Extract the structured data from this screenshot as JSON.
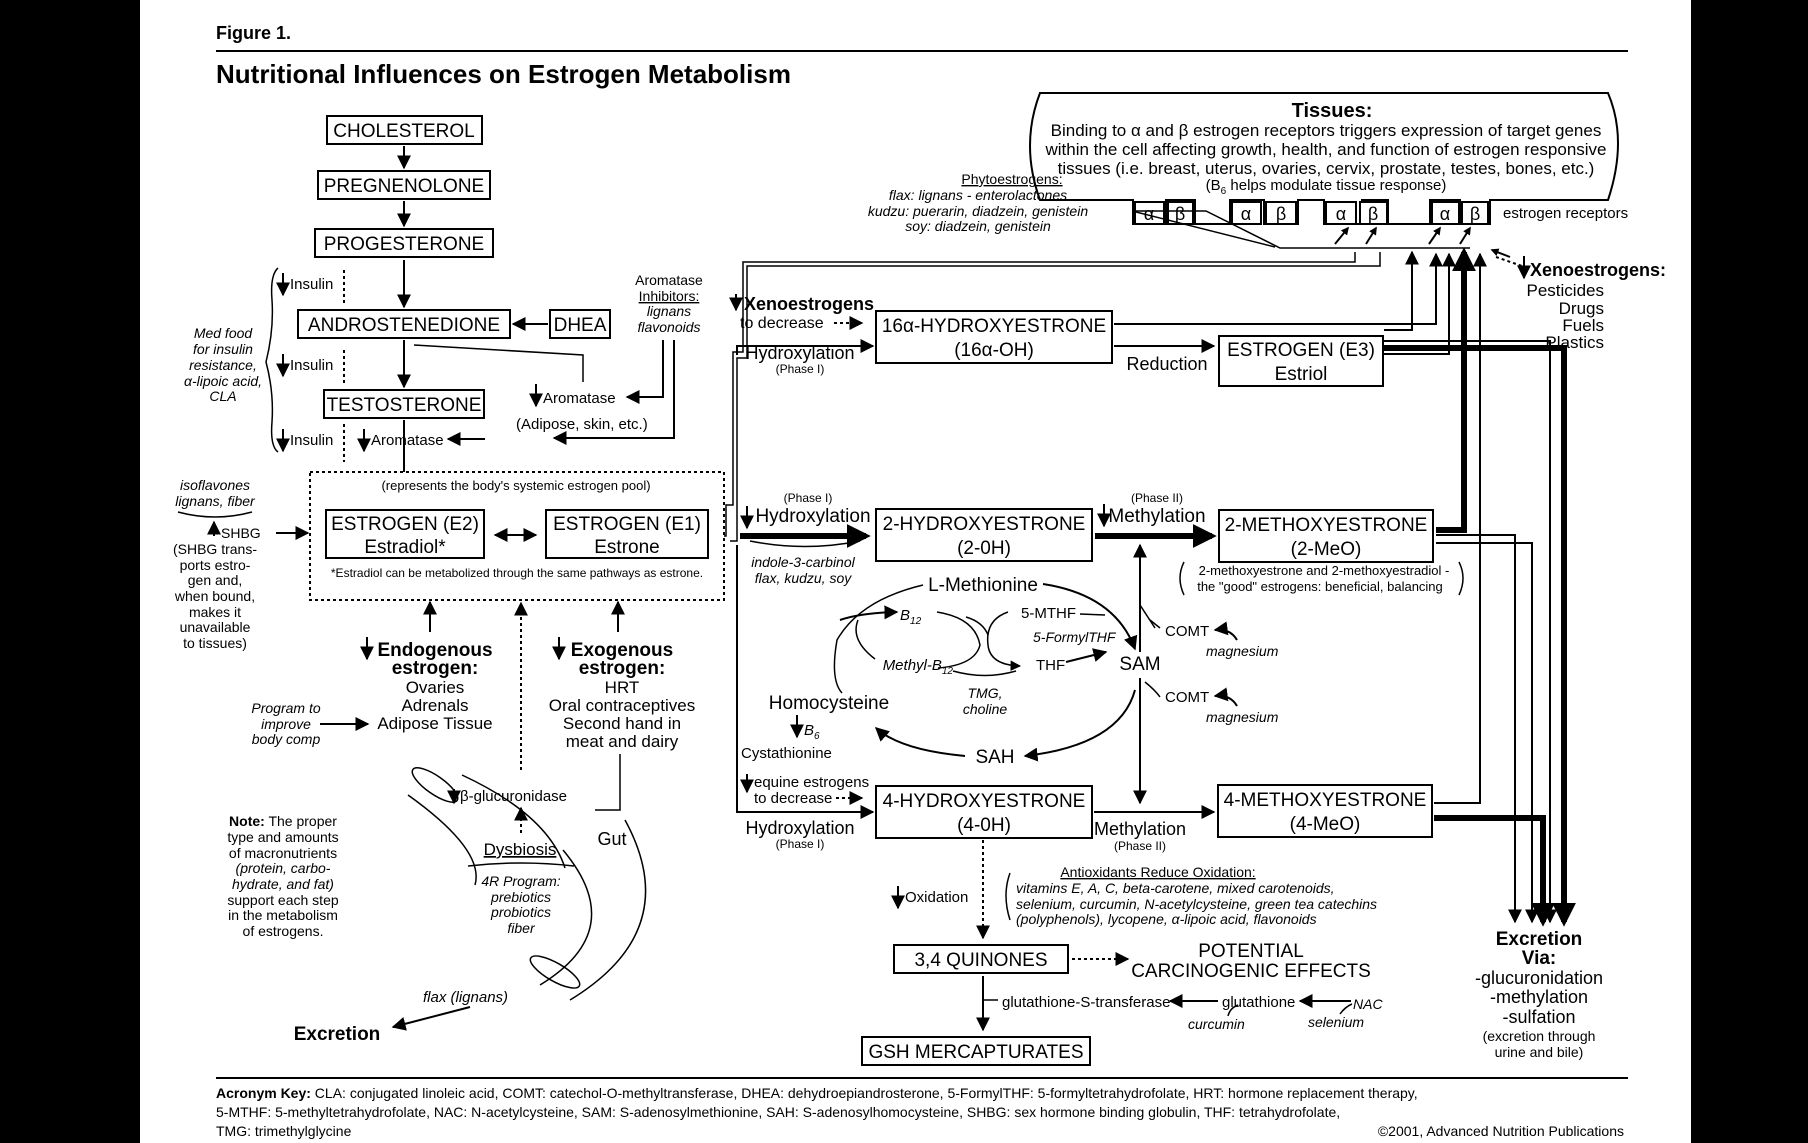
{
  "figure": {
    "label": "Figure 1.",
    "title": "Nutritional Influences on Estrogen Metabolism"
  },
  "pathway": {
    "cholesterol": "CHOLESTEROL",
    "pregnenolone": "PREGNENOLONE",
    "progesterone": "PROGESTERONE",
    "androstenedione": "ANDROSTENEDIONE",
    "dhea": "DHEA",
    "testosterone": "TESTOSTERONE",
    "insulin": "Insulin",
    "aromatase": "Aromatase",
    "aromatase_sites": "(Adipose, skin, etc.)",
    "aromatase_inhibitors_l1": "Aromatase",
    "aromatase_inhibitors_l2": "Inhibitors:",
    "aromatase_inhibitors_l3": "lignans",
    "aromatase_inhibitors_l4": "flavonoids",
    "med_food": [
      "Med food",
      "for insulin",
      "resistance,",
      "α-lipoic acid,",
      "CLA"
    ]
  },
  "pool": {
    "caption": "(represents the body's systemic estrogen pool)",
    "e2_title": "ESTROGEN (E2)",
    "e2_name": "Estradiol*",
    "e1_title": "ESTROGEN (E1)",
    "e1_name": "Estrone",
    "footnote": "*Estradiol can be metabolized through the same pathways as estrone."
  },
  "shbg": {
    "iso_l1": "isoflavones",
    "iso_l2": "lignans, fiber",
    "label": "SHBG",
    "lines": [
      "(SHBG trans-",
      "ports estro-",
      "gen and,",
      "when bound,",
      "makes it",
      "unavailable",
      "to tissues)"
    ]
  },
  "endogenous": {
    "title_l1": "Endogenous",
    "title_l2": "estrogen:",
    "items": [
      "Ovaries",
      "Adrenals",
      "Adipose Tissue"
    ]
  },
  "program": [
    "Program to",
    "improve",
    "body comp"
  ],
  "exogenous": {
    "title_l1": "Exogenous",
    "title_l2": "estrogen:",
    "items": [
      "HRT",
      "Oral contraceptives",
      "Second hand in",
      "meat and dairy"
    ]
  },
  "gut": {
    "glucuronidase": "β-glucuronidase",
    "dysbiosis": "Dysbiosis",
    "gut": "Gut",
    "program": [
      "4R Program:",
      "prebiotics",
      "probiotics",
      "fiber"
    ],
    "flax": "flax (lignans)",
    "excretion": "Excretion"
  },
  "note": {
    "bold": "Note:",
    "lines": [
      "The proper",
      "type and amounts",
      "of macronutrients",
      "(protein, carbo-",
      "hydrate, and fat)",
      "support each step",
      "in the metabolism",
      "of estrogens."
    ]
  },
  "tissues": {
    "title": "Tissues:",
    "lines": [
      "Binding to α and β estrogen receptors triggers expression of target genes",
      "within the cell affecting growth, health, and function of estrogen responsive",
      "tissues (i.e. breast, uterus, ovaries, cervix, prostate, testes, bones, etc.)"
    ],
    "b6_pre": "(B",
    "b6_sub": "6",
    "b6_post": " helps modulate tissue response)",
    "alpha": "α",
    "beta": "β",
    "receptors": "estrogen receptors"
  },
  "phyto": {
    "title": "Phytoestrogens:",
    "lines": [
      "flax: lignans - enterolactones",
      "kudzu: puerarin, diadzein, genistein",
      "soy: diadzein, genistein"
    ]
  },
  "xeno": {
    "title": "Xenoestrogens:",
    "items": [
      "Pesticides",
      "Drugs",
      "Fuels",
      "Plastics"
    ],
    "decrease_title": "Xenoestrogens",
    "decrease_sub": "to decrease"
  },
  "metabolites": {
    "oh16_title": "16α-HYDROXYESTRONE",
    "oh16_abbr": "(16α-OH)",
    "e3_title": "ESTROGEN (E3)",
    "e3_name": "Estriol",
    "reduction": "Reduction",
    "hydroxylation": "Hydroxylation",
    "phase1": "(Phase I)",
    "phase2": "(Phase II)",
    "methylation": "Methylation",
    "oh2_title": "2-HYDROXYESTRONE",
    "oh2_abbr": "(2-0H)",
    "meo2_title": "2-METHOXYESTRONE",
    "meo2_abbr": "(2-MeO)",
    "good_l1": "2-methoxyestrone and 2-methoxyestradiol -",
    "good_l2": "the \"good\" estrogens: beneficial, balancing",
    "indole_l1": "indole-3-carbinol",
    "indole_l2": "flax, kudzu, soy",
    "oh4_title": "4-HYDROXYESTRONE",
    "oh4_abbr": "(4-0H)",
    "meo4_title": "4-METHOXYESTRONE",
    "meo4_abbr": "(4-MeO)",
    "equine_l1": "equine estrogens",
    "equine_l2": "to decrease"
  },
  "methylation_cycle": {
    "methionine": "L-Methionine",
    "b12": "B",
    "b12_sub": "12",
    "mthf5": "5-MTHF",
    "formyl": "5-FormylTHF",
    "methyl_b12": "Methyl-B",
    "thf": "THF",
    "tmg_l1": "TMG,",
    "tmg_l2": "choline",
    "sam": "SAM",
    "sah": "SAH",
    "homocysteine": "Homocysteine",
    "b6": "B",
    "b6_sub": "6",
    "cystathionine": "Cystathionine",
    "comt": "COMT",
    "magnesium": "magnesium"
  },
  "oxidation": {
    "label": "Oxidation",
    "antioxidants_title": "Antioxidants Reduce Oxidation:",
    "antioxidants": [
      "vitamins E, A, C, beta-carotene, mixed carotenoids,",
      "selenium, curcumin, N-acetylcysteine, green tea catechins",
      "(polyphenols), lycopene, α-lipoic acid, flavonoids"
    ],
    "quinones": "3,4 QUINONES",
    "potential": "POTENTIAL",
    "carcinogenic": "CARCINOGENIC EFFECTS",
    "gst": "glutathione-S-transferase",
    "glutathione": "glutathione",
    "nac": "NAC",
    "curcumin": "curcumin",
    "selenium": "selenium",
    "gsh": "GSH MERCAPTURATES"
  },
  "excretion": {
    "title_l1": "Excretion",
    "title_l2": "Via:",
    "items": [
      "-glucuronidation",
      "-methylation",
      "-sulfation"
    ],
    "note_l1": "(excretion through",
    "note_l2": "urine and bile)"
  },
  "acronyms": {
    "label": "Acronym Key:",
    "line1": " CLA: conjugated linoleic acid, COMT: catechol-O-methyltransferase, DHEA: dehydroepiandrosterone, 5-FormylTHF: 5-formyltetrahydrofolate, HRT: hormone replacement therapy,",
    "line2": "5-MTHF: 5-methyltetrahydrofolate, NAC: N-acetylcysteine, SAM: S-adenosylmethionine, SAH: S-adenosylhomocysteine, SHBG: sex hormone binding globulin, THF: tetrahydrofolate,",
    "line3": "TMG: trimethylglycine",
    "copyright": "©2001, Advanced Nutrition Publications"
  }
}
